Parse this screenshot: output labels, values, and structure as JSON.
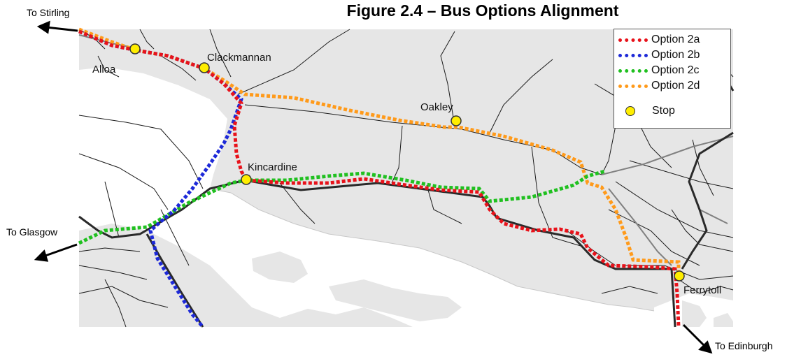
{
  "title": "Figure 2.4 – Bus Options Alignment",
  "directions": {
    "stirling": "To Stirling",
    "glasgow": "To Glasgow",
    "edinburgh": "To Edinburgh"
  },
  "places": {
    "alloa": "Alloa",
    "clackmannan": "Clackmannan",
    "oakley": "Oakley",
    "kincardine": "Kincardine",
    "ferrytoll": "Ferrytoll"
  },
  "legend": {
    "items": [
      {
        "label": "Option 2a",
        "color": "#e8121a"
      },
      {
        "label": "Option 2b",
        "color": "#1d29d8"
      },
      {
        "label": "Option 2c",
        "color": "#20c020"
      },
      {
        "label": "Option 2d",
        "color": "#ff9a1a"
      }
    ],
    "stop_label": "Stop",
    "stop_color": "#ffee00"
  },
  "colors": {
    "land": "#e6e6e6",
    "water": "#ffffff",
    "road": "#1a1a1a",
    "rail": "#808080"
  }
}
